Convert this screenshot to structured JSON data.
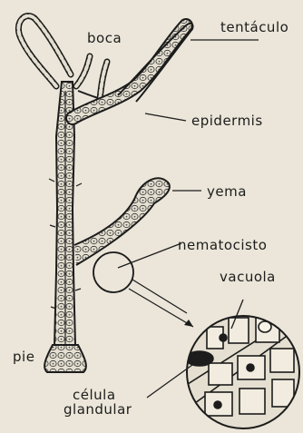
{
  "diagram": {
    "labels": {
      "boca": "boca",
      "tentaculo": "tentáculo",
      "epidermis": "epidermis",
      "yema": "yema",
      "nematocisto": "nematocisto",
      "vacuola": "vacuola",
      "pie": "pie",
      "celula_line1": "célula",
      "celula_line2": "glandular"
    },
    "colors": {
      "background": "#ebe6d9",
      "ink": "#1c1c1c",
      "cell_fill": "#e4dfd0"
    }
  }
}
